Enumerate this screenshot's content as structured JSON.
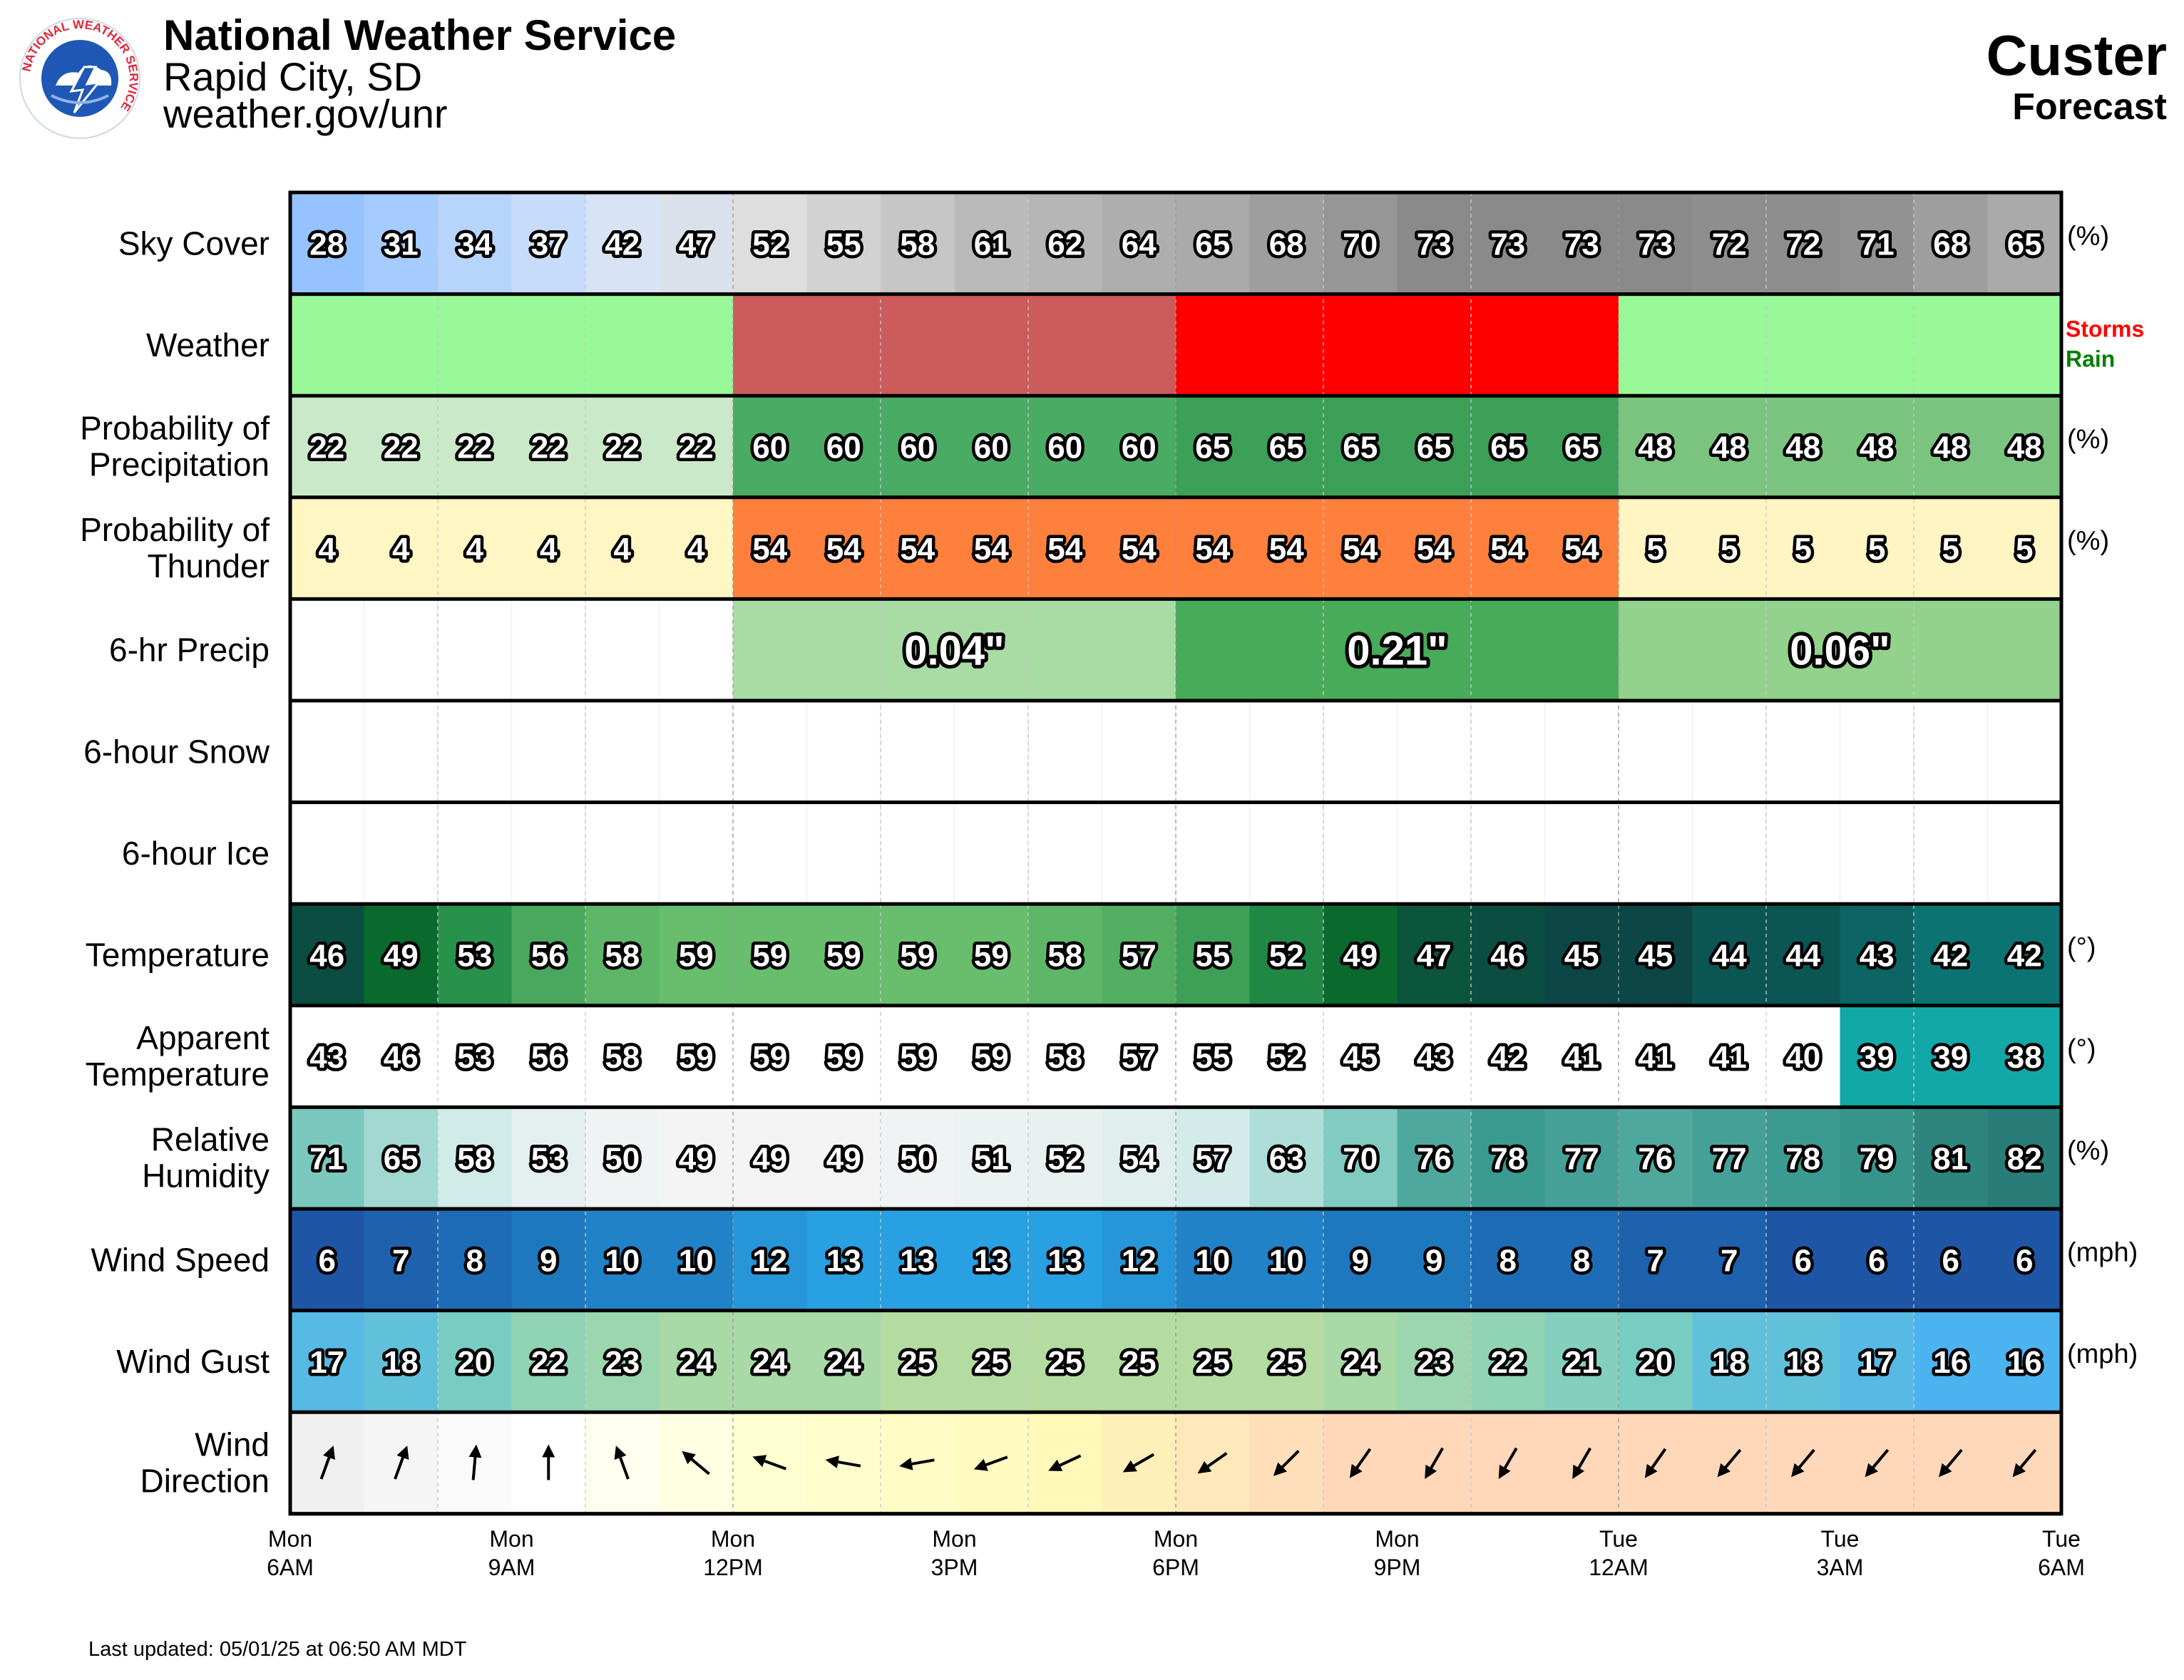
{
  "header": {
    "org": "National Weather Service",
    "office": "Rapid City, SD",
    "url": "weather.gov/unr",
    "location": "Custer",
    "subtitle": "Forecast",
    "updated": "Last updated: 05/01/25 at 06:50 AM MDT",
    "logo_text": "NATIONAL WEATHER SERVICE"
  },
  "chart_data": {
    "type": "table",
    "time_labels": [
      {
        "day": "Mon",
        "time": "6AM"
      },
      {
        "day": "Mon",
        "time": "9AM"
      },
      {
        "day": "Mon",
        "time": "12PM"
      },
      {
        "day": "Mon",
        "time": "3PM"
      },
      {
        "day": "Mon",
        "time": "6PM"
      },
      {
        "day": "Mon",
        "time": "9PM"
      },
      {
        "day": "Tue",
        "time": "12AM"
      },
      {
        "day": "Tue",
        "time": "3AM"
      },
      {
        "day": "Tue",
        "time": "6AM"
      }
    ],
    "rows": [
      {
        "id": "sky",
        "label": [
          "Sky Cover"
        ],
        "unit": "(%)",
        "values": [
          28,
          31,
          34,
          37,
          42,
          47,
          52,
          55,
          58,
          61,
          62,
          64,
          65,
          68,
          70,
          73,
          73,
          73,
          73,
          72,
          72,
          71,
          68,
          65
        ]
      },
      {
        "id": "weather",
        "label": [
          "Weather"
        ],
        "unit": "",
        "values": [
          "Rain",
          "Rain",
          "Rain",
          "Rain",
          "Rain",
          "Rain",
          "Storms",
          "Storms",
          "Storms",
          "Storms",
          "Storms",
          "Storms",
          "Storms",
          "Storms",
          "Storms",
          "Storms",
          "Storms",
          "Storms",
          "Rain",
          "Rain",
          "Rain",
          "Rain",
          "Rain",
          "Rain"
        ],
        "intensity": [
          0,
          0,
          0,
          0,
          0,
          0,
          1,
          1,
          1,
          1,
          1,
          1,
          2,
          2,
          2,
          2,
          2,
          2,
          0,
          0,
          0,
          0,
          0,
          0
        ],
        "legend": [
          "Storms",
          "Rain"
        ]
      },
      {
        "id": "pop",
        "label": [
          "Probability of",
          "Precipitation"
        ],
        "unit": "(%)",
        "values": [
          22,
          22,
          22,
          22,
          22,
          22,
          60,
          60,
          60,
          60,
          60,
          60,
          65,
          65,
          65,
          65,
          65,
          65,
          48,
          48,
          48,
          48,
          48,
          48
        ]
      },
      {
        "id": "thunder",
        "label": [
          "Probability of",
          "Thunder"
        ],
        "unit": "(%)",
        "values": [
          4,
          4,
          4,
          4,
          4,
          4,
          54,
          54,
          54,
          54,
          54,
          54,
          54,
          54,
          54,
          54,
          54,
          54,
          5,
          5,
          5,
          5,
          5,
          5
        ]
      },
      {
        "id": "qpf",
        "label": [
          "6-hr Precip"
        ],
        "unit": "",
        "blocks": [
          {
            "start": 6,
            "end": 12,
            "value": 0.04,
            "text": "0.04\""
          },
          {
            "start": 12,
            "end": 18,
            "value": 0.21,
            "text": "0.21\""
          },
          {
            "start": 18,
            "end": 24,
            "value": 0.06,
            "text": "0.06\""
          }
        ]
      },
      {
        "id": "snow",
        "label": [
          "6-hour Snow"
        ],
        "unit": "",
        "blocks": []
      },
      {
        "id": "ice",
        "label": [
          "6-hour Ice"
        ],
        "unit": "",
        "blocks": []
      },
      {
        "id": "temp",
        "label": [
          "Temperature"
        ],
        "unit": "(°)",
        "values": [
          46,
          49,
          53,
          56,
          58,
          59,
          59,
          59,
          59,
          59,
          58,
          57,
          55,
          52,
          49,
          47,
          46,
          45,
          45,
          44,
          44,
          43,
          42,
          42
        ]
      },
      {
        "id": "apparent",
        "label": [
          "Apparent",
          "Temperature"
        ],
        "unit": "(°)",
        "values": [
          43,
          46,
          53,
          56,
          58,
          59,
          59,
          59,
          59,
          59,
          58,
          57,
          55,
          52,
          45,
          43,
          42,
          41,
          41,
          41,
          40,
          39,
          39,
          38
        ]
      },
      {
        "id": "rh",
        "label": [
          "Relative",
          "Humidity"
        ],
        "unit": "(%)",
        "values": [
          71,
          65,
          58,
          53,
          50,
          49,
          49,
          49,
          50,
          51,
          52,
          54,
          57,
          63,
          70,
          76,
          78,
          77,
          76,
          77,
          78,
          79,
          81,
          82
        ]
      },
      {
        "id": "wspd",
        "label": [
          "Wind Speed"
        ],
        "unit": "(mph)",
        "values": [
          6,
          7,
          8,
          9,
          10,
          10,
          12,
          13,
          13,
          13,
          13,
          12,
          10,
          10,
          9,
          9,
          8,
          8,
          7,
          7,
          6,
          6,
          6,
          6
        ]
      },
      {
        "id": "gust",
        "label": [
          "Wind Gust"
        ],
        "unit": "(mph)",
        "values": [
          17,
          18,
          20,
          22,
          23,
          24,
          24,
          24,
          25,
          25,
          25,
          25,
          25,
          25,
          24,
          23,
          22,
          21,
          20,
          18,
          18,
          17,
          16,
          16
        ]
      },
      {
        "id": "wdir",
        "label": [
          "Wind",
          "Direction"
        ],
        "unit": "",
        "values": [
          200,
          200,
          185,
          180,
          160,
          130,
          110,
          100,
          80,
          70,
          65,
          60,
          55,
          45,
          35,
          30,
          30,
          30,
          35,
          40,
          40,
          40,
          40,
          40
        ]
      }
    ]
  }
}
